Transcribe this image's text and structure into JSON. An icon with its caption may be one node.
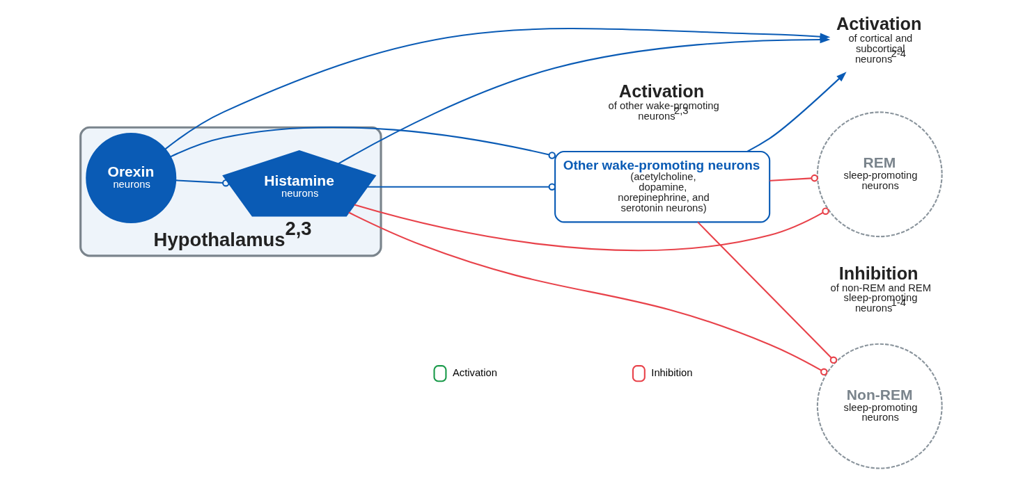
{
  "diagram": {
    "nodes": [
      {
        "text": [
          "Hypothalamus$^{2,3}$"
        ]
      },
      {
        "text": [
          "Orexin",
          "neurons"
        ],
        "in": 0
      },
      {
        "text": [
          "Histamine",
          "neurons"
        ],
        "in": 0
      },
      {
        "text": [
          "Activation",
          "of cortical and subcortical neurons$^{2-4}$"
        ]
      },
      {
        "text": [
          "Other wake-promoting neurons",
          "(acetylcholine, dopamine, norepinephrine, and serotonin neurons)"
        ]
      },
      {
        "text": [
          "Non-REM",
          "sleep-promoting neurons"
        ]
      },
      {
        "text": [
          "REM",
          "sleep-promoting neurons"
        ]
      }
    ],
    "edges": [
      {
        "from": 2,
        "to": 3,
        "arrow": "to"
      },
      {
        "from": 1,
        "to": 3,
        "arrow": "to"
      },
      {
        "from": 4,
        "to": 3,
        "arrow": "to"
      },
      {
        "from": 1,
        "to": 2,
        "arrow": "other"
      },
      {
        "from": 1,
        "to": 4,
        "arrow": "other"
      },
      {
        "from": 2,
        "to": 4,
        "arrow": "other"
      },
      {
        "from": 4,
        "to": 5,
        "arrow": "other",
        "color": "#e8424a"
      },
      {
        "from": 4,
        "to": 6,
        "arrow": "other",
        "color": "#e8424a"
      },
      {
        "from": 2,
        "to": 5,
        "arrow": "other",
        "color": "#e8424a"
      },
      {
        "from": 2,
        "to": 6,
        "arrow": "other",
        "color": "#e8424a"
      }
    ],
    "labels": [
      "Activation",
      "of other wake-promoting neurons$^{2,3}$",
      "Inhibition",
      "of non-REM and REM sleep-promoting neurons$^{1-4}$"
    ],
    "legend": [
      {
        "text": "Activation"
      },
      {
        "text": "Inhibition"
      }
    ]
  }
}
